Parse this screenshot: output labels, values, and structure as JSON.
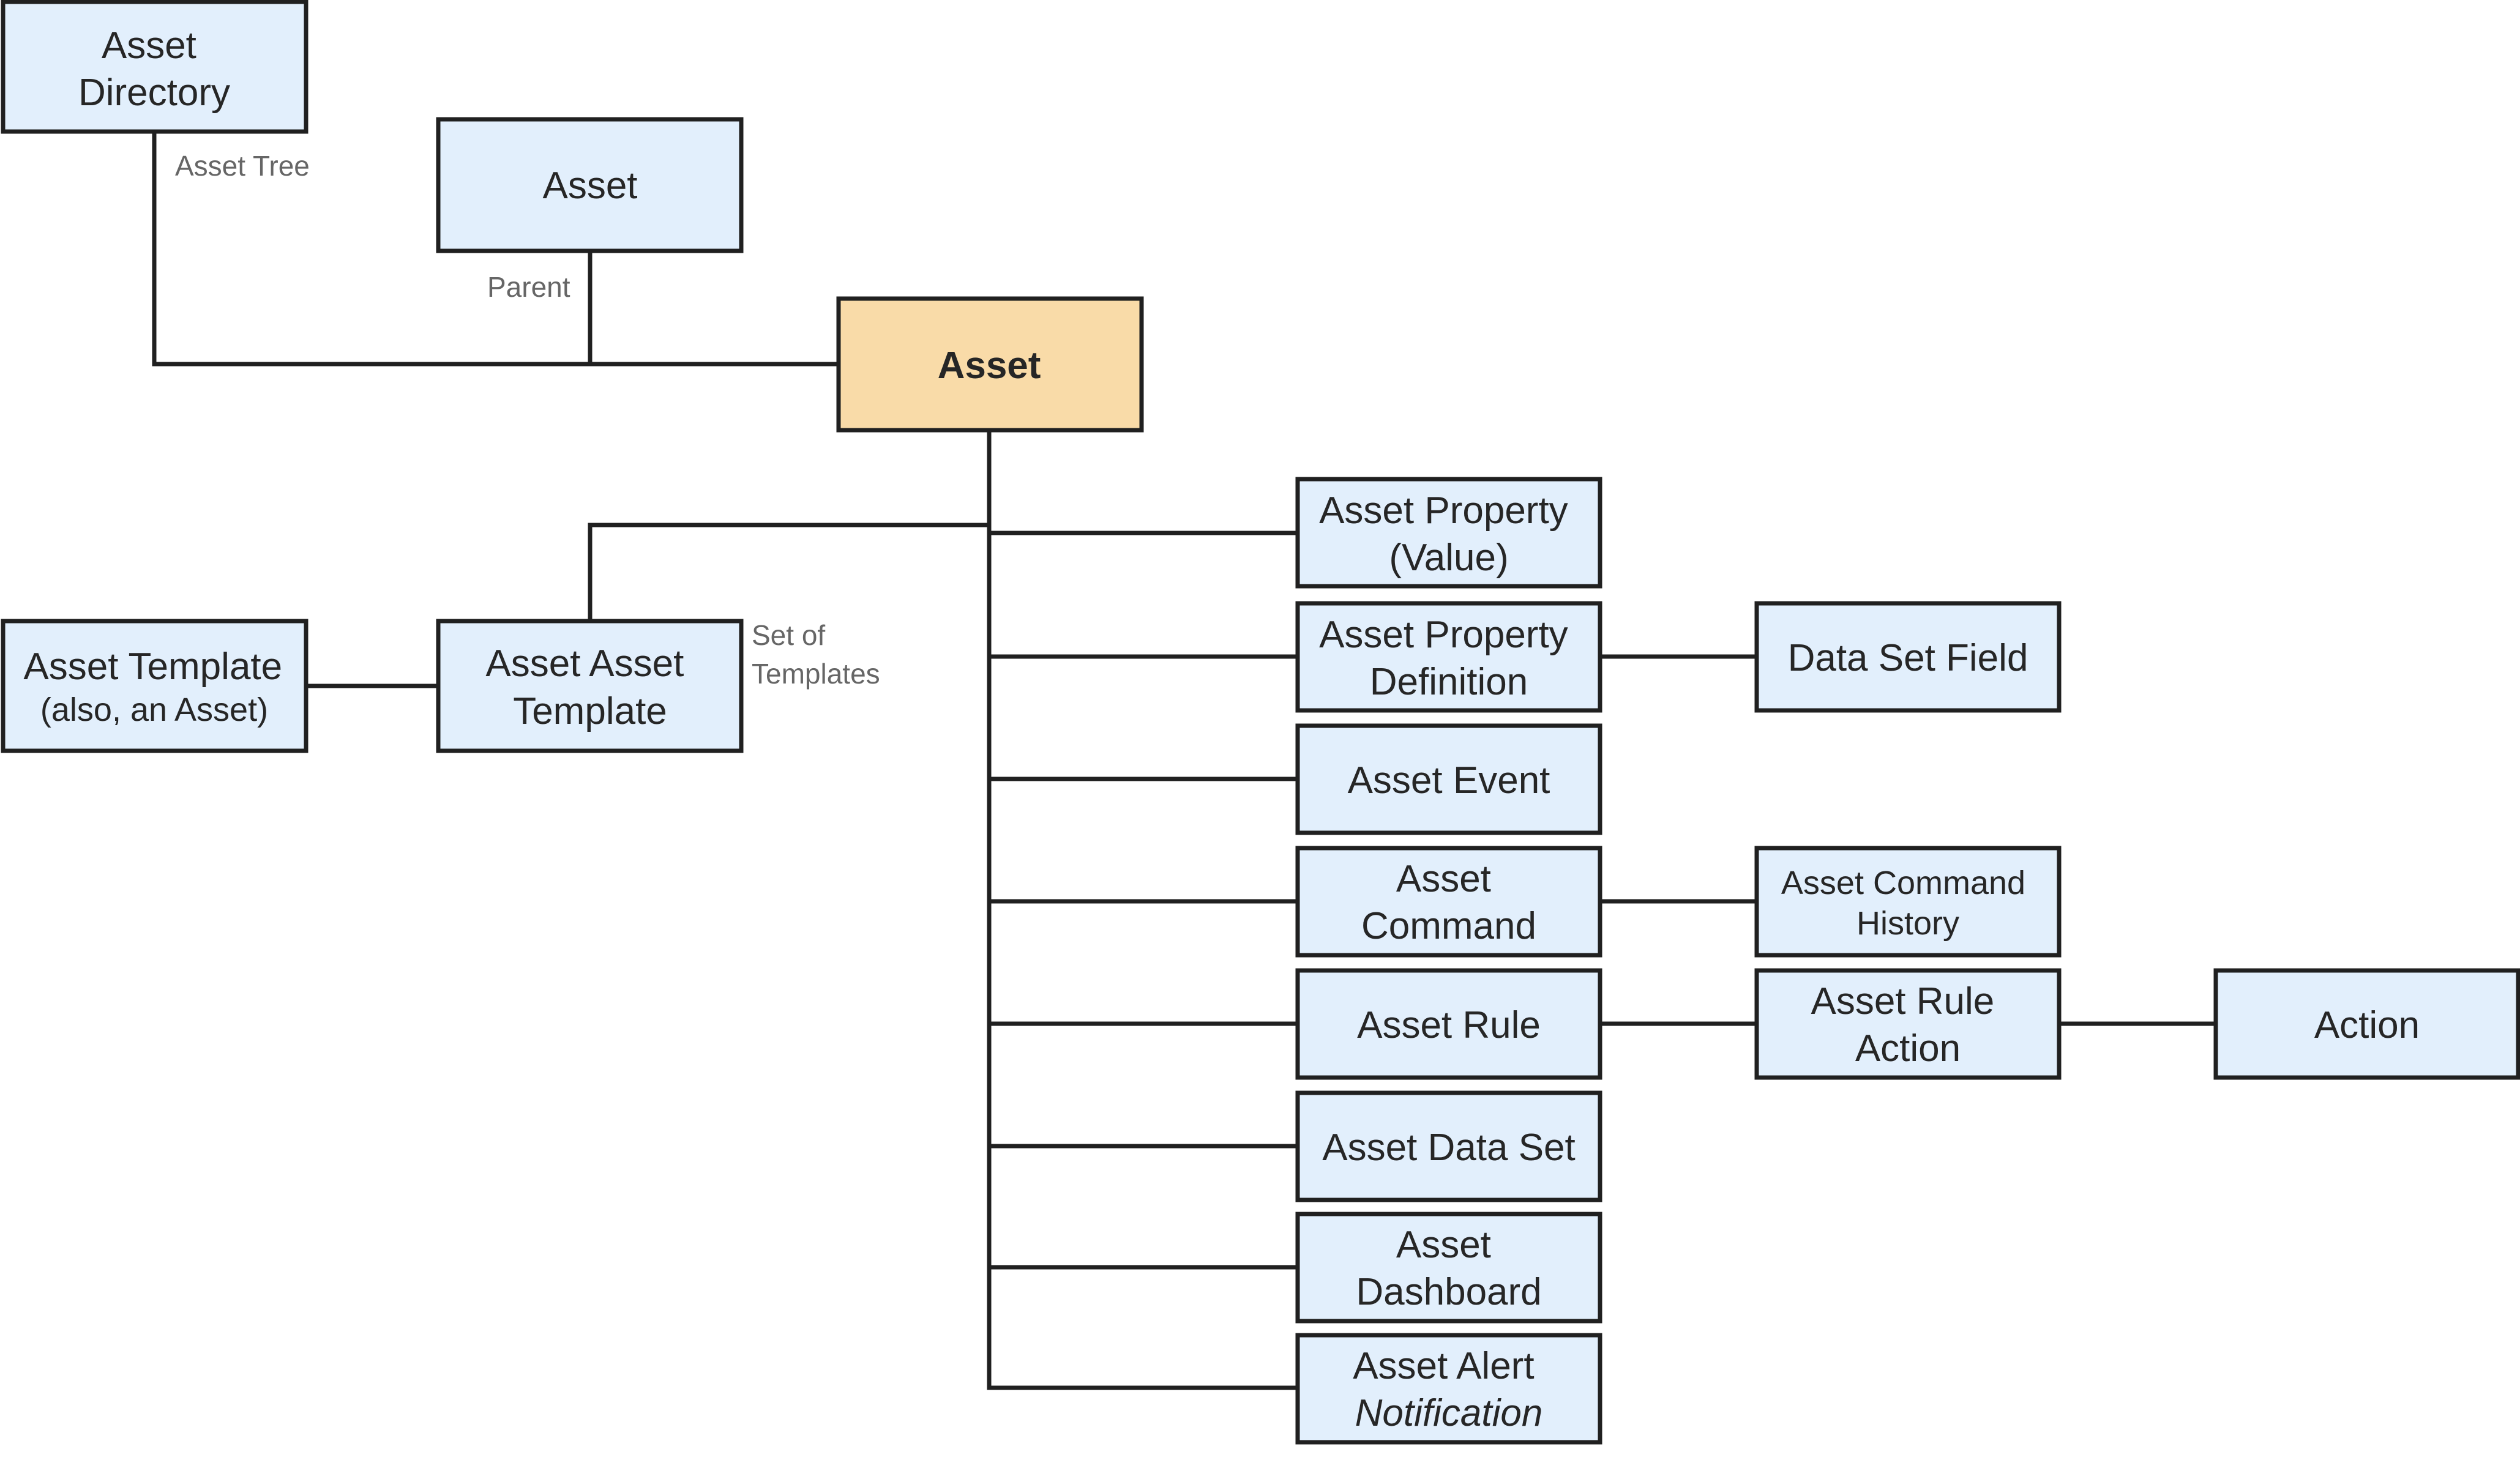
{
  "nodes": {
    "asset_directory": {
      "lines": [
        "Asset",
        "Directory"
      ]
    },
    "asset_parent": {
      "lines": [
        "Asset"
      ]
    },
    "asset": {
      "lines": [
        "Asset"
      ]
    },
    "asset_template": {
      "lines": [
        "Asset Template",
        "(also, an Asset)"
      ]
    },
    "asset_asset_template": {
      "lines": [
        "Asset Asset",
        "Template"
      ]
    },
    "asset_property_value": {
      "lines": [
        "Asset Property",
        "(Value)"
      ]
    },
    "asset_property_definition": {
      "lines": [
        "Asset Property",
        "Definition"
      ]
    },
    "data_set_field": {
      "lines": [
        "Data Set Field"
      ]
    },
    "asset_event": {
      "lines": [
        "Asset Event"
      ]
    },
    "asset_command": {
      "lines": [
        "Asset",
        "Command"
      ]
    },
    "asset_command_history": {
      "lines": [
        "Asset Command",
        "History"
      ]
    },
    "asset_rule": {
      "lines": [
        "Asset Rule"
      ]
    },
    "asset_rule_action": {
      "lines": [
        "Asset Rule",
        "Action"
      ]
    },
    "action": {
      "lines": [
        "Action"
      ]
    },
    "asset_data_set": {
      "lines": [
        "Asset Data Set"
      ]
    },
    "asset_dashboard": {
      "lines": [
        "Asset",
        "Dashboard"
      ]
    },
    "asset_alert_notification": {
      "lines": [
        "Asset Alert",
        "Notification"
      ]
    }
  },
  "labels": {
    "asset_tree": "Asset Tree",
    "parent": "Parent",
    "set_of_templates": [
      "Set of",
      "Templates"
    ]
  },
  "colors": {
    "node_fill": "#e2effc",
    "main_node_fill": "#f9dba8",
    "stroke": "#202020"
  }
}
